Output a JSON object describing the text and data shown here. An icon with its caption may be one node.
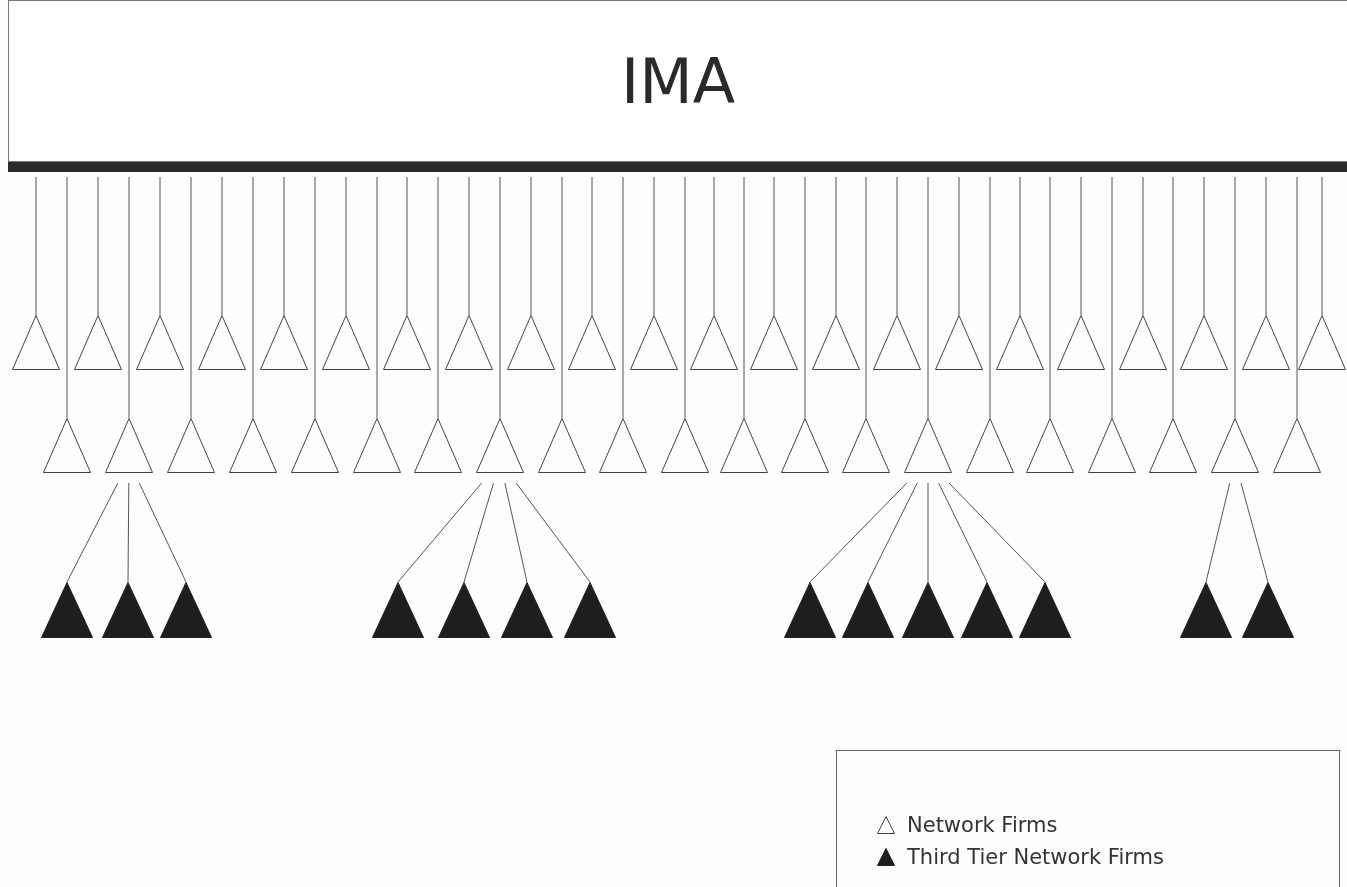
{
  "diagram": {
    "nodes": [
      {
        "text": [
          "IMA"
        ]
      },
      {
        "text": [],
        "shape": "triangle"
      },
      {
        "text": [],
        "shape": "triangle"
      },
      {
        "text": [],
        "shape": "triangle"
      },
      {
        "text": [],
        "shape": "triangle"
      },
      {
        "text": [],
        "shape": "triangle"
      },
      {
        "text": [],
        "shape": "triangle"
      },
      {
        "text": [],
        "shape": "triangle"
      },
      {
        "text": [],
        "shape": "triangle"
      },
      {
        "text": [],
        "shape": "triangle"
      },
      {
        "text": [],
        "shape": "triangle"
      },
      {
        "text": [],
        "shape": "triangle"
      },
      {
        "text": [],
        "shape": "triangle"
      },
      {
        "text": [],
        "shape": "triangle"
      },
      {
        "text": [],
        "shape": "triangle"
      },
      {
        "text": [],
        "shape": "triangle"
      },
      {
        "text": [],
        "shape": "triangle"
      },
      {
        "text": [],
        "shape": "triangle"
      },
      {
        "text": [],
        "shape": "triangle"
      },
      {
        "text": [],
        "shape": "triangle"
      },
      {
        "text": [],
        "shape": "triangle"
      },
      {
        "text": [],
        "shape": "triangle"
      },
      {
        "text": [],
        "shape": "triangle"
      },
      {
        "text": [],
        "shape": "triangle"
      },
      {
        "text": [],
        "shape": "triangle"
      },
      {
        "text": [],
        "shape": "triangle"
      },
      {
        "text": [],
        "shape": "triangle"
      },
      {
        "text": [],
        "shape": "triangle"
      },
      {
        "text": [],
        "shape": "triangle"
      },
      {
        "text": [],
        "shape": "triangle"
      },
      {
        "text": [],
        "shape": "triangle"
      },
      {
        "text": [],
        "shape": "triangle"
      },
      {
        "text": [],
        "shape": "triangle"
      },
      {
        "text": [],
        "shape": "triangle"
      },
      {
        "text": [],
        "shape": "triangle"
      },
      {
        "text": [],
        "shape": "triangle"
      },
      {
        "text": [],
        "shape": "triangle"
      },
      {
        "text": [],
        "shape": "triangle"
      },
      {
        "text": [],
        "shape": "triangle"
      },
      {
        "text": [],
        "shape": "triangle"
      },
      {
        "text": [],
        "shape": "triangle"
      },
      {
        "text": [],
        "shape": "triangle"
      },
      {
        "text": [],
        "shape": "triangle"
      },
      {
        "text": [],
        "shape": "triangle"
      },
      {
        "text": [],
        "shape": "triangle"
      },
      {
        "text": [],
        "shape": "triangle"
      },
      {
        "text": [],
        "shape": "triangle"
      },
      {
        "text": [],
        "shape": "triangle"
      },
      {
        "text": [],
        "shape": "triangle"
      },
      {
        "text": [],
        "shape": "triangle"
      },
      {
        "text": [],
        "shape": "triangle"
      },
      {
        "text": [],
        "shape": "triangle"
      },
      {
        "text": [],
        "shape": "triangle"
      },
      {
        "text": [],
        "shape": "triangle"
      },
      {
        "text": [],
        "shape": "triangle"
      },
      {
        "text": [],
        "shape": "triangle"
      },
      {
        "text": [],
        "shape": "triangle"
      },
      {
        "text": [],
        "shape": "triangle"
      }
    ],
    "edges": [
      {
        "from": 0,
        "to": 1,
        "arrow": "none"
      },
      {
        "from": 0,
        "to": 23,
        "arrow": "none"
      },
      {
        "from": 0,
        "to": 2,
        "arrow": "none"
      },
      {
        "from": 0,
        "to": 24,
        "arrow": "none"
      },
      {
        "from": 0,
        "to": 3,
        "arrow": "none"
      },
      {
        "from": 0,
        "to": 25,
        "arrow": "none"
      },
      {
        "from": 0,
        "to": 4,
        "arrow": "none"
      },
      {
        "from": 0,
        "to": 26,
        "arrow": "none"
      },
      {
        "from": 0,
        "to": 5,
        "arrow": "none"
      },
      {
        "from": 0,
        "to": 27,
        "arrow": "none"
      },
      {
        "from": 0,
        "to": 6,
        "arrow": "none"
      },
      {
        "from": 0,
        "to": 28,
        "arrow": "none"
      },
      {
        "from": 0,
        "to": 7,
        "arrow": "none"
      },
      {
        "from": 0,
        "to": 29,
        "arrow": "none"
      },
      {
        "from": 0,
        "to": 8,
        "arrow": "none"
      },
      {
        "from": 0,
        "to": 30,
        "arrow": "none"
      },
      {
        "from": 0,
        "to": 9,
        "arrow": "none"
      },
      {
        "from": 0,
        "to": 31,
        "arrow": "none"
      },
      {
        "from": 0,
        "to": 10,
        "arrow": "none"
      },
      {
        "from": 0,
        "to": 32,
        "arrow": "none"
      },
      {
        "from": 0,
        "to": 11,
        "arrow": "none"
      },
      {
        "from": 0,
        "to": 33,
        "arrow": "none"
      },
      {
        "from": 0,
        "to": 12,
        "arrow": "none"
      },
      {
        "from": 0,
        "to": 34,
        "arrow": "none"
      },
      {
        "from": 0,
        "to": 13,
        "arrow": "none"
      },
      {
        "from": 0,
        "to": 35,
        "arrow": "none"
      },
      {
        "from": 0,
        "to": 14,
        "arrow": "none"
      },
      {
        "from": 0,
        "to": 36,
        "arrow": "none"
      },
      {
        "from": 0,
        "to": 15,
        "arrow": "none"
      },
      {
        "from": 0,
        "to": 37,
        "arrow": "none"
      },
      {
        "from": 0,
        "to": 16,
        "arrow": "none"
      },
      {
        "from": 0,
        "to": 38,
        "arrow": "none"
      },
      {
        "from": 0,
        "to": 17,
        "arrow": "none"
      },
      {
        "from": 0,
        "to": 39,
        "arrow": "none"
      },
      {
        "from": 0,
        "to": 18,
        "arrow": "none"
      },
      {
        "from": 0,
        "to": 40,
        "arrow": "none"
      },
      {
        "from": 0,
        "to": 19,
        "arrow": "none"
      },
      {
        "from": 0,
        "to": 41,
        "arrow": "none"
      },
      {
        "from": 0,
        "to": 20,
        "arrow": "none"
      },
      {
        "from": 0,
        "to": 42,
        "arrow": "none"
      },
      {
        "from": 0,
        "to": 21,
        "arrow": "none"
      },
      {
        "from": 0,
        "to": 43,
        "arrow": "none"
      },
      {
        "from": 0,
        "to": 22,
        "arrow": "none"
      },
      {
        "from": 24,
        "to": 44,
        "arrow": "none"
      },
      {
        "from": 24,
        "to": 45,
        "arrow": "none"
      },
      {
        "from": 24,
        "to": 46,
        "arrow": "none"
      },
      {
        "from": 30,
        "to": 47,
        "arrow": "none"
      },
      {
        "from": 30,
        "to": 48,
        "arrow": "none"
      },
      {
        "from": 30,
        "to": 49,
        "arrow": "none"
      },
      {
        "from": 30,
        "to": 50,
        "arrow": "none"
      },
      {
        "from": 37,
        "to": 51,
        "arrow": "none"
      },
      {
        "from": 37,
        "to": 52,
        "arrow": "none"
      },
      {
        "from": 37,
        "to": 53,
        "arrow": "none"
      },
      {
        "from": 37,
        "to": 54,
        "arrow": "none"
      },
      {
        "from": 37,
        "to": 55,
        "arrow": "none"
      },
      {
        "from": 42,
        "to": 56,
        "arrow": "none"
      },
      {
        "from": 42,
        "to": 57,
        "arrow": "none"
      }
    ],
    "legend": [
      {
        "text": "Network Firms"
      },
      {
        "text": "Third Tier Network Firms"
      }
    ]
  }
}
